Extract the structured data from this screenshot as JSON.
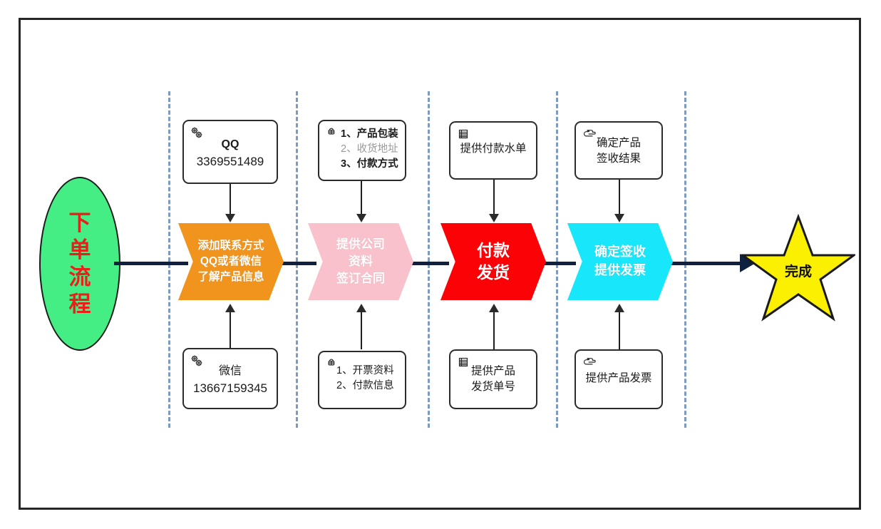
{
  "diagram": {
    "title": "下单流程",
    "start": {
      "label": "下单流程",
      "color": "#44EE84",
      "text_color": "#E8201A"
    },
    "end": {
      "label": "完成",
      "color": "#FAF000",
      "text_color": "#0e0e0e"
    },
    "lanes": [
      {
        "id": "lane-1",
        "icon": "gears-icon",
        "top_note": {
          "icon": "gears-icon",
          "line1": "QQ",
          "line2": "3369551489"
        },
        "process": {
          "color": "#F0941E",
          "line1": "添加联系方式",
          "line2": "QQ或者微信",
          "line3": "了解产品信息"
        },
        "bottom_note": {
          "icon": "gears-icon",
          "line1": "微信",
          "line2": "13667159345"
        }
      },
      {
        "id": "lane-2",
        "icon": "person-icon",
        "top_note": {
          "icon": "person-icon",
          "items": [
            "1、产品包装",
            "2、收货地址",
            "3、付款方式"
          ]
        },
        "process": {
          "color": "#F9C1CB",
          "line1": "提供公司",
          "line2": "资料",
          "line3": "签订合同"
        },
        "bottom_note": {
          "icon": "person-icon",
          "items": [
            "1、开票资料",
            "2、付款信息"
          ]
        }
      },
      {
        "id": "lane-3",
        "icon": "list-icon",
        "top_note": {
          "icon": "list-icon",
          "line1": "提供付款水单",
          "line2": ""
        },
        "process": {
          "color": "#FB0207",
          "line1": "付款",
          "line2": "发货",
          "line3": ""
        },
        "bottom_note": {
          "icon": "list-icon",
          "line1": "提供产品",
          "line2": "发货单号"
        }
      },
      {
        "id": "lane-4",
        "icon": "pointing-hand-icon",
        "top_note": {
          "icon": "pointing-hand-icon",
          "line1": "确定产品",
          "line2": "签收结果"
        },
        "process": {
          "color": "#18E6FA",
          "line1": "确定签收",
          "line2": "提供发票",
          "line3": ""
        },
        "bottom_note": {
          "icon": "pointing-hand-icon",
          "line1": "提供产品发票",
          "line2": ""
        }
      }
    ],
    "separator_color": "#7E9BBD",
    "connector_color": "#0f2040",
    "border_color": "#262626"
  }
}
